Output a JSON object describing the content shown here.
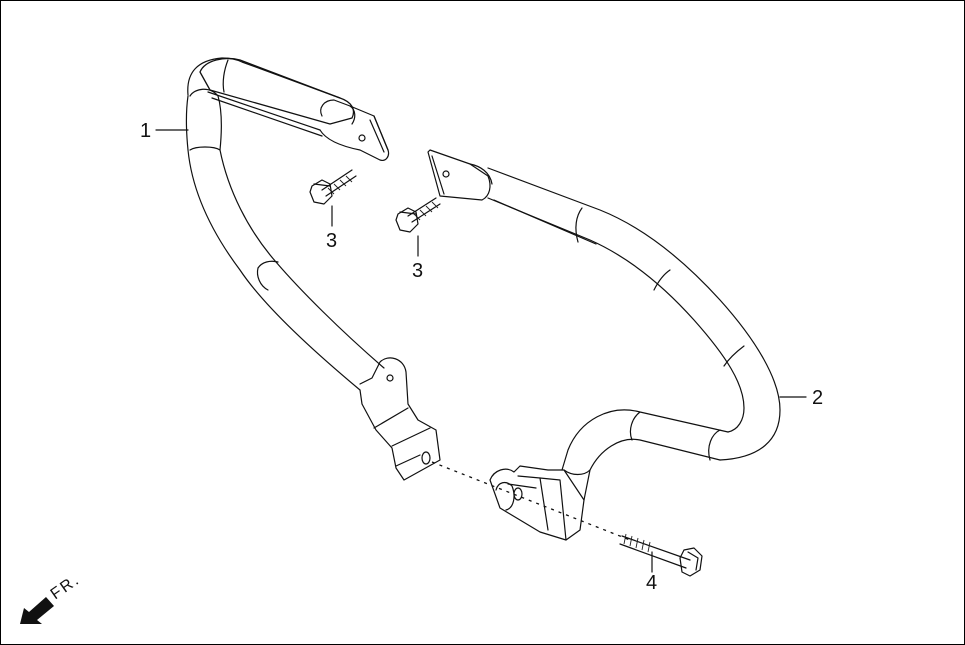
{
  "diagram": {
    "type": "exploded-parts-diagram",
    "subject": "crash guard / engine guard bars",
    "callouts": [
      {
        "id": "1",
        "label": "1",
        "part": "left guard bar"
      },
      {
        "id": "2",
        "label": "2",
        "part": "right guard bar"
      },
      {
        "id": "3a",
        "label": "3",
        "part": "flange bolt (upper left)"
      },
      {
        "id": "3b",
        "label": "3",
        "part": "flange bolt (upper right)"
      },
      {
        "id": "4",
        "label": "4",
        "part": "long flange bolt"
      }
    ],
    "direction_indicator": {
      "label": "FR.",
      "icon": "front-direction-arrow-icon"
    },
    "colors": {
      "line": "#111111",
      "background": "#ffffff",
      "border": "#000000"
    }
  }
}
